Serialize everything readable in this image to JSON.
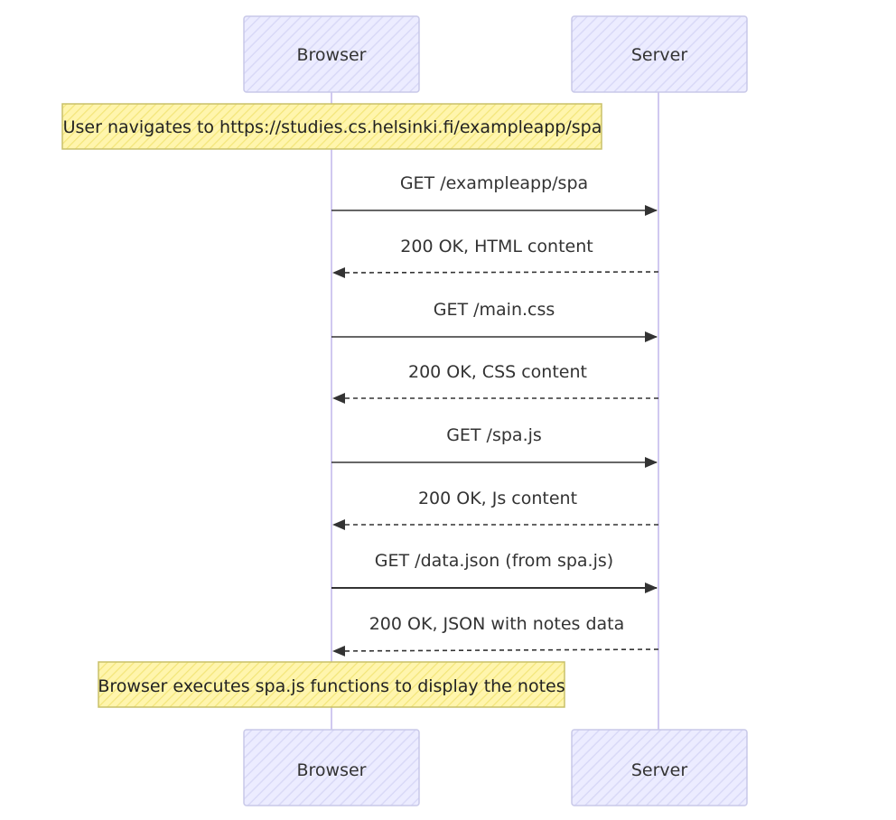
{
  "participants": [
    {
      "id": "browser",
      "label": "Browser"
    },
    {
      "id": "server",
      "label": "Server"
    }
  ],
  "notes": [
    {
      "label": "User navigates to https://studies.cs.helsinki.fi/exampleapp/spa",
      "over": "browser"
    },
    {
      "label": "Browser executes spa.js functions to display the notes",
      "over": "browser"
    }
  ],
  "messages": [
    {
      "from": "browser",
      "to": "server",
      "label": "GET /exampleapp/spa",
      "style": "solid"
    },
    {
      "from": "server",
      "to": "browser",
      "label": "200 OK, HTML content",
      "style": "dashed"
    },
    {
      "from": "browser",
      "to": "server",
      "label": "GET /main.css",
      "style": "solid"
    },
    {
      "from": "server",
      "to": "browser",
      "label": "200 OK, CSS content",
      "style": "dashed"
    },
    {
      "from": "browser",
      "to": "server",
      "label": "GET /spa.js",
      "style": "solid"
    },
    {
      "from": "server",
      "to": "browser",
      "label": "200 OK, Js content",
      "style": "dashed"
    },
    {
      "from": "browser",
      "to": "server",
      "label": "GET /data.json (from spa.js)",
      "style": "solid"
    },
    {
      "from": "server",
      "to": "browser",
      "label": "200 OK, JSON with notes data",
      "style": "dashed"
    }
  ],
  "colors": {
    "actor_fill": "#ececff",
    "actor_hatch": "#d6d6f5",
    "actor_stroke": "#c8c8e8",
    "lifeline": "#d0c8f0",
    "note_fill": "#fff5ad",
    "note_hatch": "#f0e070",
    "note_stroke": "#c8c06a",
    "arrow": "#333333"
  }
}
